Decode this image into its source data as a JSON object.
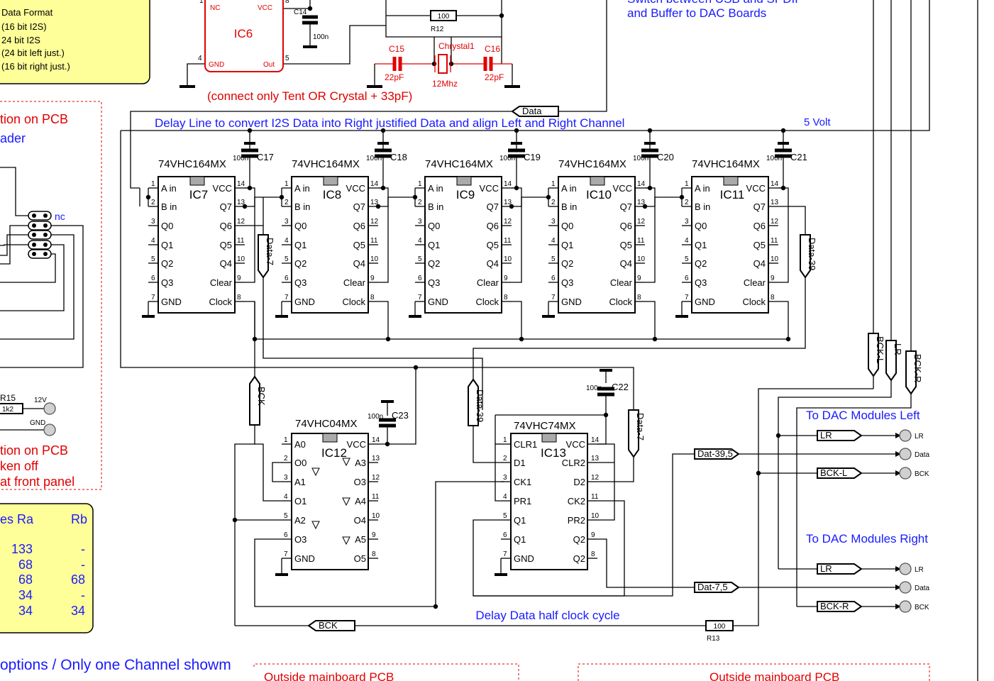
{
  "legend_box": {
    "lines": [
      "Data Format",
      "(16 bit I2S)",
      "24 bit I2S",
      "(24 bit left just.)",
      "(16 bit right just.)"
    ]
  },
  "notes": {
    "section_top": "tion on PCB",
    "section_top2": "ader",
    "nc": "nc",
    "r15_label": "R15",
    "r15_value": "1k2",
    "v12": "12V",
    "gnd": "GND",
    "section_mid1": "tion on PCB",
    "section_mid2": "ken off",
    "section_mid3": "at front panel",
    "bottom_caption": "options / Only one Channel showm",
    "outside1": "Outside mainboard PCB",
    "outside2": "Outside mainboard PCB",
    "switch_note1": "Switch between USB and SPDIF",
    "switch_note2": "and Buffer to DAC Boards"
  },
  "table": {
    "headers": [
      "es Ra",
      "Rb"
    ],
    "rows": [
      [
        "133",
        "-"
      ],
      [
        "68",
        "-"
      ],
      [
        "68",
        "68"
      ],
      [
        "34",
        "-"
      ],
      [
        "34",
        "34"
      ]
    ]
  },
  "ic6": {
    "name": "IC6",
    "pins": {
      "nc": "NC",
      "vcc": "VCC",
      "gnd": "GND",
      "out": "Out"
    },
    "pin_nums": [
      "1",
      "8",
      "4",
      "5"
    ],
    "c14": "C14",
    "c14_val": "100n",
    "r12": "R12",
    "r12_val": "100",
    "c15": "C15",
    "c15_val": "22pF",
    "c16": "C16",
    "c16_val": "22pF",
    "crystal": "Chrystal1",
    "crystal_freq": "12Mhz",
    "connect_note": "(connect only Tent OR Crystal + 33pF)"
  },
  "delay_line": {
    "title": "Delay Line to convert I2S Data into Right justified Data and align Left and Right Channel",
    "five_volt": "5 Volt",
    "data_label": "Data",
    "data7": "Data-7",
    "data39": "Data-39"
  },
  "shift_regs": [
    {
      "part": "74VHC164MX",
      "name": "IC7",
      "cap": "C17",
      "cap_val": "100n"
    },
    {
      "part": "74VHC164MX",
      "name": "IC8",
      "cap": "C18",
      "cap_val": "100n"
    },
    {
      "part": "74VHC164MX",
      "name": "IC9",
      "cap": "C19",
      "cap_val": "100n"
    },
    {
      "part": "74VHC164MX",
      "name": "IC10",
      "cap": "C20",
      "cap_val": "100n"
    },
    {
      "part": "74VHC164MX",
      "name": "IC11",
      "cap": "C21",
      "cap_val": "100n"
    }
  ],
  "sr_pins_left": [
    "A in",
    "B in",
    "Q0",
    "Q1",
    "Q2",
    "Q3",
    "GND"
  ],
  "sr_pins_right": [
    "VCC",
    "Q7",
    "Q6",
    "Q5",
    "Q4",
    "Clear",
    "Clock"
  ],
  "sr_pinnums_left": [
    "1",
    "2",
    "3",
    "4",
    "5",
    "6",
    "7"
  ],
  "sr_pinnums_right": [
    "14",
    "13",
    "12",
    "11",
    "10",
    "9",
    "8"
  ],
  "ic12": {
    "part": "74VHC04MX",
    "name": "IC12",
    "cap": "C23",
    "cap_val": "100n",
    "pins_left": [
      "A0",
      "O0",
      "A1",
      "O1",
      "A2",
      "O3",
      "GND"
    ],
    "pins_right": [
      "VCC",
      "A3",
      "O3",
      "A4",
      "O4",
      "A5",
      "O5"
    ],
    "nums_left": [
      "1",
      "2",
      "3",
      "4",
      "5",
      "6",
      "7"
    ],
    "nums_right": [
      "14",
      "13",
      "12",
      "11",
      "10",
      "9",
      "8"
    ]
  },
  "ic13": {
    "part": "74VHC74MX",
    "name": "IC13",
    "cap": "C22",
    "cap_val": "100n",
    "pins_left": [
      "CLR1",
      "D1",
      "CK1",
      "PR1",
      "Q1",
      "Q1",
      "GND"
    ],
    "pins_right": [
      "VCC",
      "CLR2",
      "D2",
      "CK2",
      "PR2",
      "Q2",
      "Q2"
    ],
    "nums_left": [
      "1",
      "2",
      "3",
      "4",
      "5",
      "6",
      "7"
    ],
    "nums_right": [
      "14",
      "13",
      "12",
      "11",
      "10",
      "9",
      "8"
    ]
  },
  "signals": {
    "bck": "BCK",
    "bck_l": "BCK-L",
    "lr": "LR",
    "bck_r": "BCK-R",
    "dat39": "Dat-39,5",
    "dat7": "Dat-7,5",
    "r13": "R13",
    "r13_val": "100",
    "half_clock": "Delay Data half clock cycle"
  },
  "dac": {
    "left_title": "To DAC Modules Left",
    "right_title": "To DAC Modules Right",
    "left_labels": [
      "LR",
      "Data",
      "BCK"
    ],
    "right_labels": [
      "LR",
      "Data",
      "BCK"
    ],
    "bus_lr": "LR",
    "bus_bckl": "BCK-L",
    "bus_bckr": "BCK-R"
  }
}
